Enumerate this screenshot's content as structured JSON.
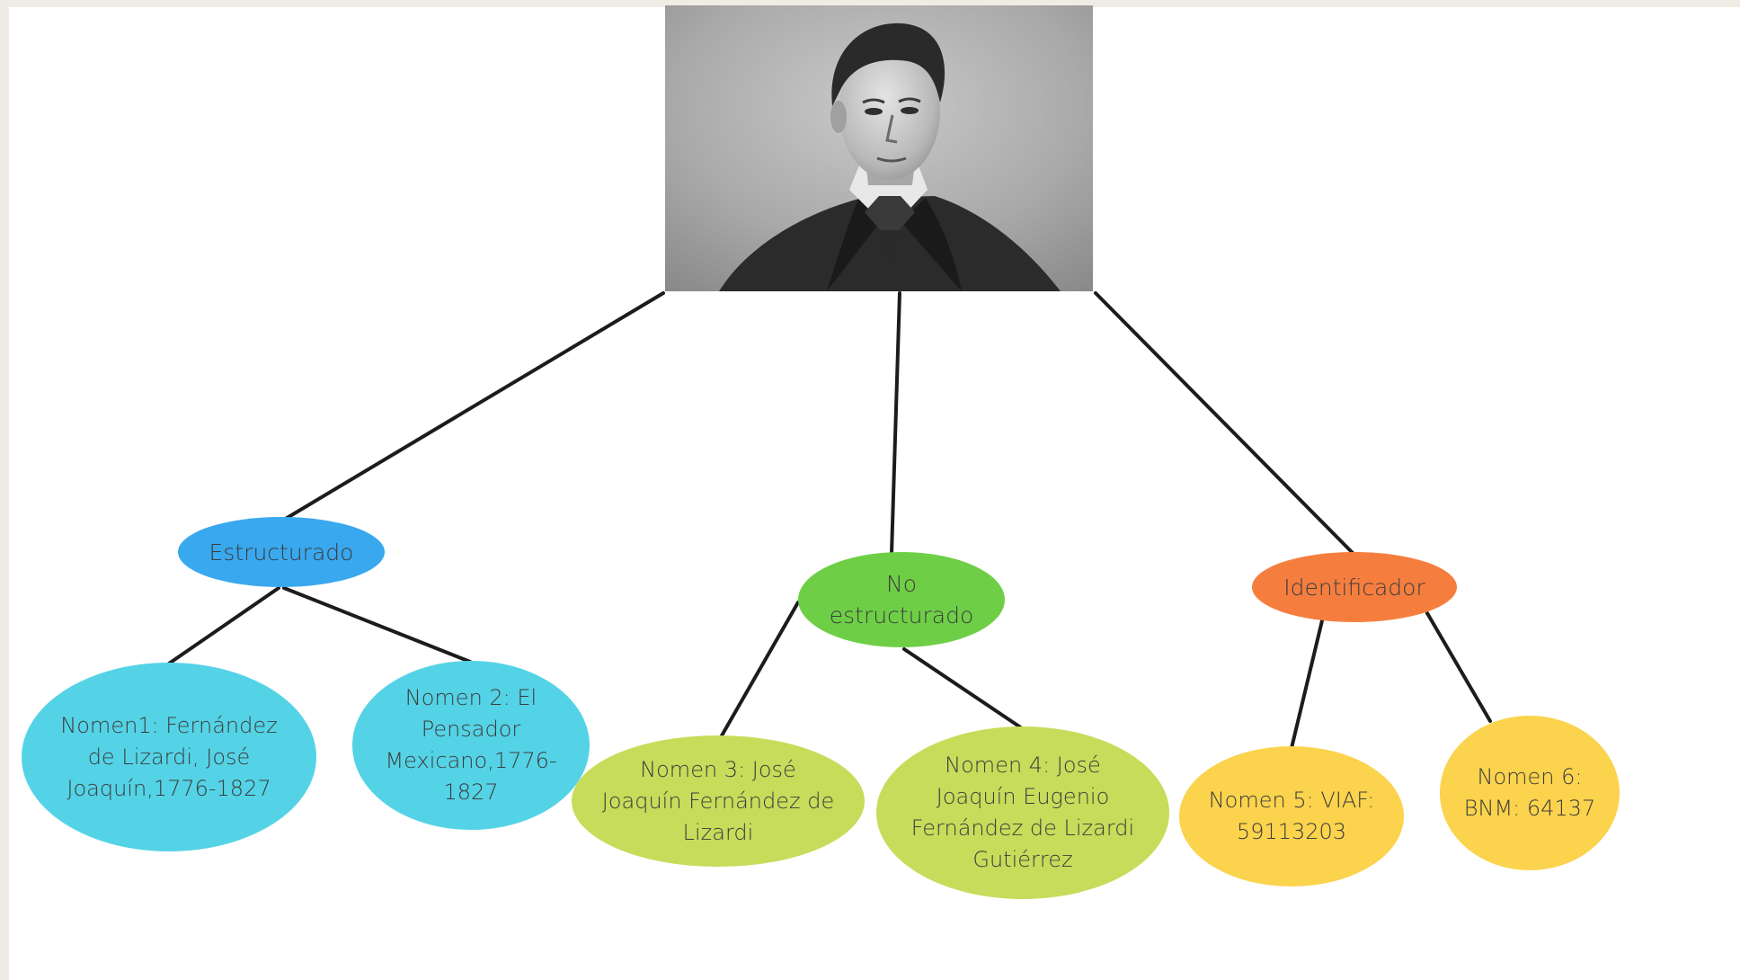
{
  "colors": {
    "background_outer": "#efece6",
    "canvas": "#ffffff",
    "estructurado": "#39a8ee",
    "no_estructurado": "#6ecf47",
    "identificador": "#f57e3f",
    "nomen_blue": "#54d3e6",
    "nomen_green": "#c7dc5a",
    "nomen_yellow": "#fbd34d",
    "line": "#1c1c1c"
  },
  "portrait": {
    "icon": "portrait-engraving"
  },
  "categories": {
    "estructurado": "Estructurado",
    "no_estructurado": "No estructurado",
    "identificador": "Identificador"
  },
  "nomen": {
    "n1": "Nomen1: Fernández de Lizardi, José Joaquín,1776-1827",
    "n2": "Nomen 2: El Pensador Mexicano,1776-1827",
    "n3": "Nomen 3: José Joaquín Fernández de Lizardi",
    "n4": "Nomen 4: José Joaquín Eugenio Fernández de Lizardi Gutiérrez",
    "n5": "Nomen 5: VIAF: 59113203",
    "n6": "Nomen 6: BNM: 64137"
  }
}
